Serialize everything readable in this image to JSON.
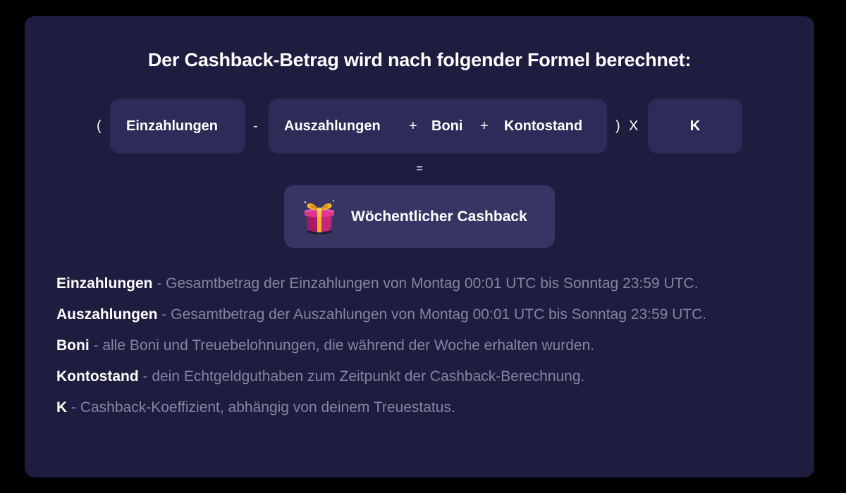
{
  "title": "Der Cashback-Betrag wird nach folgender Formel berechnet:",
  "formula": {
    "open_paren": "(",
    "deposits": "Einzahlungen",
    "minus": "-",
    "withdrawals": "Auszahlungen",
    "plus1": "+",
    "bonuses": "Boni",
    "plus2": "+",
    "balance": "Kontostand",
    "close_paren": ")",
    "times": "X",
    "k": "K",
    "equals": "=",
    "result": "Wöchentlicher Cashback",
    "result_icon": "gift-box-icon"
  },
  "definitions": [
    {
      "term": "Einzahlungen",
      "text": " - Gesamtbetrag der Einzahlungen von Montag 00:01 UTC bis Sonntag 23:59 UTC."
    },
    {
      "term": "Auszahlungen",
      "text": " - Gesamtbetrag der Auszahlungen von Montag 00:01 UTC bis Sonntag 23:59 UTC."
    },
    {
      "term": "Boni",
      "text": " - alle Boni und Treuebelohnungen, die während der Woche erhalten wurden."
    },
    {
      "term": "Kontostand",
      "text": " - dein Echtgeldguthaben zum Zeitpunkt der Cashback-Berechnung."
    },
    {
      "term": "K",
      "text": " - Cashback-Koeffizient, abhängig von deinem Treuestatus."
    }
  ],
  "colors": {
    "background": "#000000",
    "card": "#1e1c3f",
    "pill": "#2d2b58",
    "result_pill": "#383565",
    "text": "#ffffff",
    "muted_text": "#86859f"
  }
}
